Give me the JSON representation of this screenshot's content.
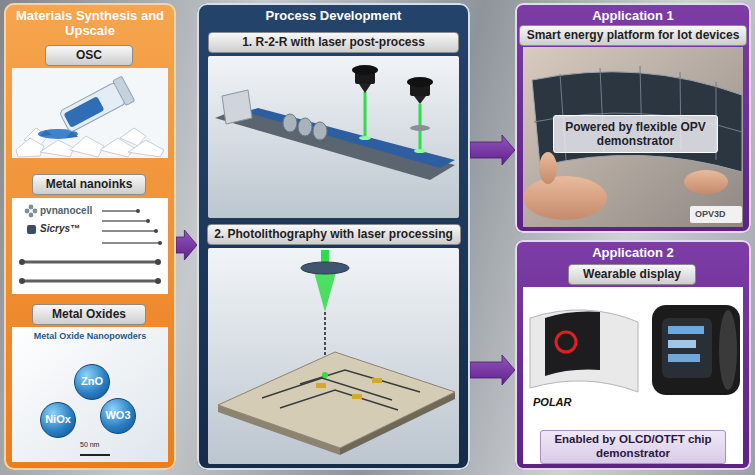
{
  "diagram": {
    "nodes": [
      {
        "text": [
          "Materials Synthesis and Upscale"
        ]
      },
      {
        "text": [
          "OSC"
        ],
        "in": 0
      },
      {
        "text": [
          "Metal nanoinks"
        ],
        "in": 0
      },
      {
        "text": [
          "Metal Oxides"
        ],
        "in": 0
      },
      {
        "text": [
          "ZnO"
        ],
        "in": 0
      },
      {
        "text": [
          "NiOx"
        ],
        "in": 0
      },
      {
        "text": [
          "WO3"
        ],
        "in": 0
      },
      {
        "text": [
          "Process Development"
        ]
      },
      {
        "text": [
          "1. R-2-R with laser post-process"
        ],
        "in": 7
      },
      {
        "text": [
          "2. Photolithography with laser processing"
        ],
        "in": 7
      },
      {
        "text": [
          "Application 1"
        ]
      },
      {
        "text": [
          "Smart energy platform for Iot devices"
        ],
        "in": 10
      },
      {
        "text": [
          "Powered by flexible OPV demonstrator"
        ],
        "in": 10
      },
      {
        "text": [
          "Application 2"
        ]
      },
      {
        "text": [
          "Wearable display"
        ],
        "in": 13
      },
      {
        "text": [
          "Enabled by OLCD/OTFT chip demonstrator"
        ],
        "in": 13
      }
    ],
    "edges": [
      {
        "from": 0,
        "to": 7,
        "arrow": "to"
      },
      {
        "from": 7,
        "to": 10,
        "arrow": "to"
      },
      {
        "from": 7,
        "to": 13,
        "arrow": "to"
      }
    ],
    "labels": [
      "pvnanocell",
      "Sicrys™",
      "Metal Oxide Nanopowders",
      "50 nm",
      "OPV3D",
      "POLAR"
    ]
  }
}
